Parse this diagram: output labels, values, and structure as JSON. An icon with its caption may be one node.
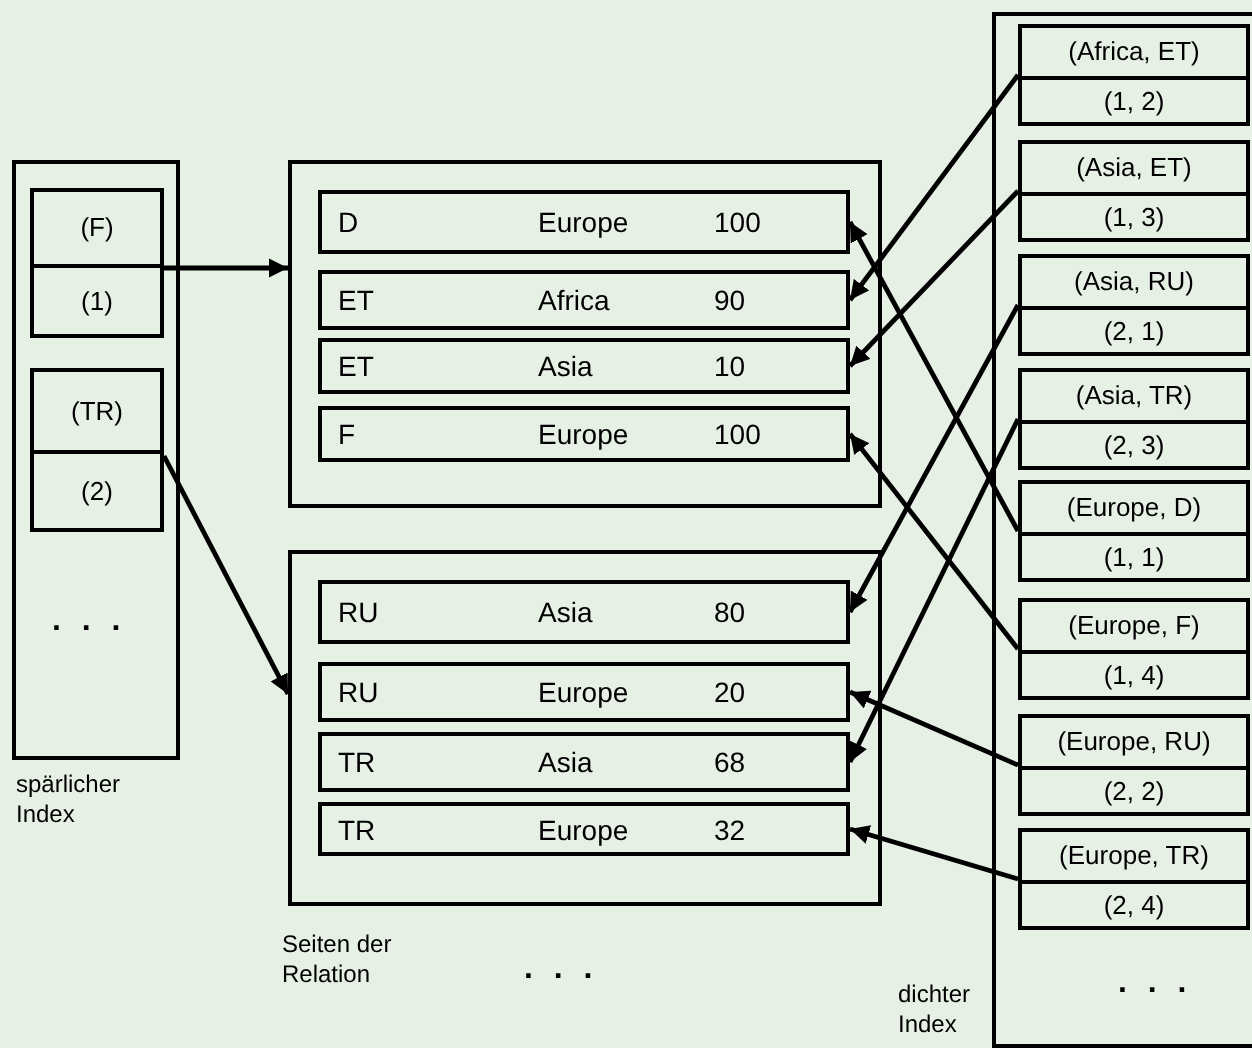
{
  "diagram": {
    "nodes": [
      {
        "text": [],
        "shape": "box"
      },
      {
        "text": [
          "(F)",
          "(1)"
        ],
        "in": 0
      },
      {
        "text": [
          "(TR)",
          "(2)"
        ],
        "in": 0
      },
      {
        "text": [],
        "shape": "box"
      },
      {
        "text": [
          "D",
          "Europe",
          "100"
        ],
        "in": 3
      },
      {
        "text": [
          "ET",
          "Africa",
          "90"
        ],
        "in": 3
      },
      {
        "text": [
          "ET",
          "Asia",
          "10"
        ],
        "in": 3
      },
      {
        "text": [
          "F",
          "Europe",
          "100"
        ],
        "in": 3
      },
      {
        "text": [],
        "shape": "box"
      },
      {
        "text": [
          "RU",
          "Asia",
          "80"
        ],
        "in": 8
      },
      {
        "text": [
          "RU",
          "Europe",
          "20"
        ],
        "in": 8
      },
      {
        "text": [
          "TR",
          "Asia",
          "68"
        ],
        "in": 8
      },
      {
        "text": [
          "TR",
          "Europe",
          "32"
        ],
        "in": 8
      },
      {
        "text": [],
        "shape": "box"
      },
      {
        "text": [
          "(Africa, ET)",
          "(1, 2)"
        ],
        "in": 13
      },
      {
        "text": [
          "(Asia, ET)",
          "(1, 3)"
        ],
        "in": 13
      },
      {
        "text": [
          "(Asia, RU)",
          "(2, 1)"
        ],
        "in": 13
      },
      {
        "text": [
          "(Asia, TR)",
          "(2, 3)"
        ],
        "in": 13
      },
      {
        "text": [
          "(Europe, D)",
          "(1, 1)"
        ],
        "in": 13
      },
      {
        "text": [
          "(Europe, F)",
          "(1, 4)"
        ],
        "in": 13
      },
      {
        "text": [
          "(Europe, RU)",
          "(2, 2)"
        ],
        "in": 13
      },
      {
        "text": [
          "(Europe, TR)",
          "(2, 4)"
        ],
        "in": 13
      }
    ],
    "edges": [
      {
        "from": 1,
        "to": 3,
        "arrow": "to"
      },
      {
        "from": 2,
        "to": 8,
        "arrow": "to"
      },
      {
        "from": 14,
        "to": 5,
        "arrow": "to"
      },
      {
        "from": 15,
        "to": 6,
        "arrow": "to"
      },
      {
        "from": 16,
        "to": 9,
        "arrow": "to"
      },
      {
        "from": 17,
        "to": 11,
        "arrow": "to"
      },
      {
        "from": 18,
        "to": 4,
        "arrow": "to"
      },
      {
        "from": 19,
        "to": 7,
        "arrow": "to"
      },
      {
        "from": 20,
        "to": 10,
        "arrow": "to"
      },
      {
        "from": 21,
        "to": 12,
        "arrow": "to"
      }
    ],
    "labels": [
      ". . .",
      "spärlicher Index",
      "Seiten der Relation",
      ". . .",
      ". . .",
      "dichter Index"
    ]
  }
}
